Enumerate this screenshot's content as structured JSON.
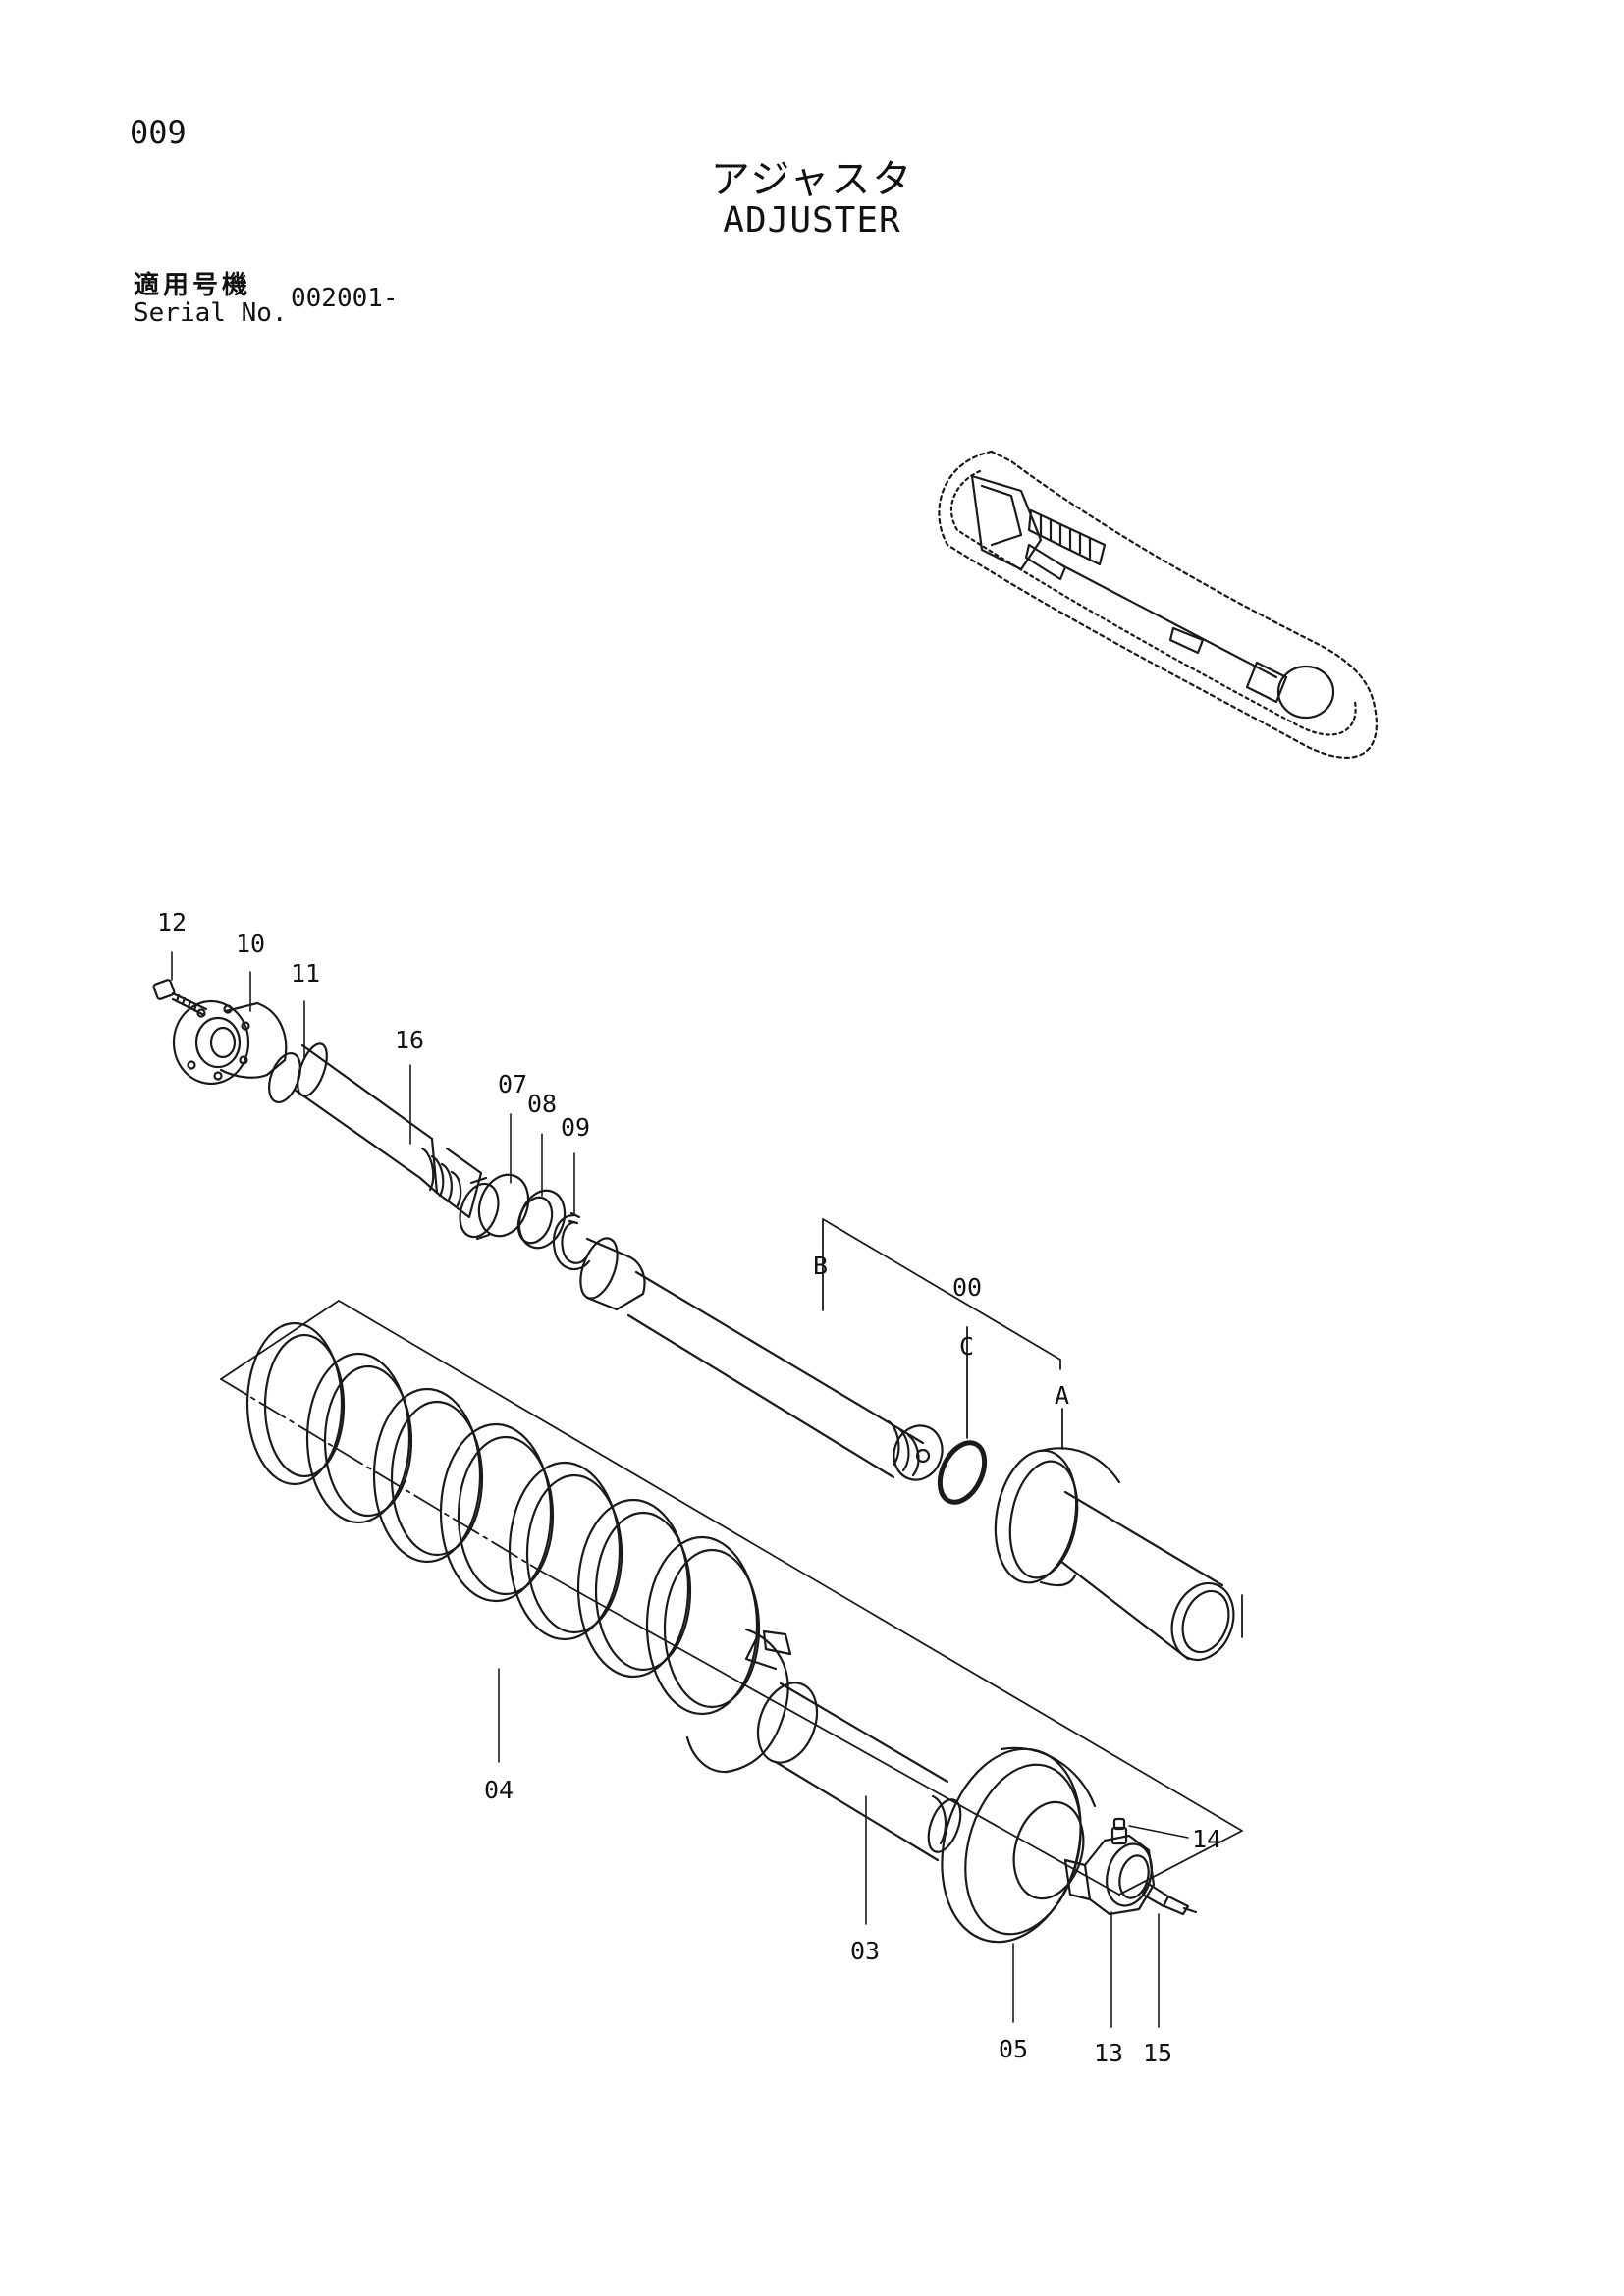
{
  "page_number": "009",
  "title_jp": "アジャスタ",
  "title_en": "ADJUSTER",
  "serial": {
    "label_jp": "適用号機",
    "label_en": "Serial No.",
    "value": "002001-"
  },
  "callouts": {
    "p12": "12",
    "p10": "10",
    "p11": "11",
    "p16": "16",
    "p07": "07",
    "p08": "08",
    "p09": "09",
    "pB": "B",
    "p00": "00",
    "pC": "C",
    "pA": "A",
    "p04": "04",
    "p03": "03",
    "p14": "14",
    "p05": "05",
    "p13": "13",
    "p15": "15"
  }
}
